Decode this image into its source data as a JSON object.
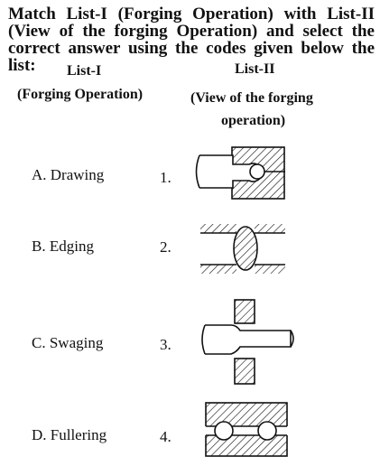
{
  "question": {
    "line1": "Match List-I (Forging Operation) with List-II",
    "line2": "(View of the forging Operation) and select the",
    "line3": "correct answer using the codes given below the list:"
  },
  "list1": {
    "title": "List-I",
    "subtitle": "(Forging Operation)"
  },
  "list2": {
    "title": "List-II",
    "subtitle_line1": "(View of the forging",
    "subtitle_line2": "operation)"
  },
  "items": [
    {
      "letter": "A.",
      "name": "Drawing"
    },
    {
      "letter": "B.",
      "name": "Edging"
    },
    {
      "letter": "C.",
      "name": "Swaging"
    },
    {
      "letter": "D.",
      "name": "Fullering"
    }
  ],
  "numbers": [
    "1.",
    "2.",
    "3.",
    "4."
  ]
}
